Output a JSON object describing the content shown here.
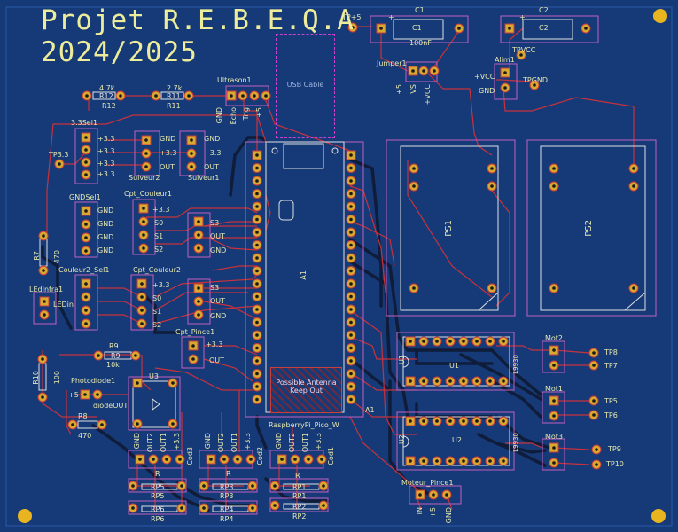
{
  "title_line1": "Projet R.E.B.E.Q.A",
  "title_line2": "2024/2025",
  "usb": "USB Cable",
  "keepout_line1": "Possible Antenna",
  "keepout_line2": "Keep Out",
  "pico_name": "RaspberryPi_Pico_W",
  "pico_ref": "A1",
  "pico_ref2": "A1",
  "tp5v": "TP+5",
  "c1": "C1",
  "c1_val": "100nF",
  "c1_pos": "+",
  "c1_ref": "C1",
  "c2": "C2",
  "c2_val": "+",
  "c2_ref": "C2",
  "tpvcc": "TPVCC",
  "alim1": "Alim1",
  "vcc": "+VCC",
  "gnd": "GND",
  "tpgnd": "TPGND",
  "jumper": "Jumper1",
  "jumper_p1": "+5",
  "jumper_p2": "VS",
  "jumper_p3": "+VCC",
  "ps1": "PS1",
  "ps2": "PS2",
  "r12_val": "4.7k",
  "r12": "R12",
  "r11_val": "2.7k",
  "r11": "R11",
  "ultrason": "Ultrason1",
  "ultrason_pins": [
    "GND",
    "Echo",
    "Trig",
    "+5"
  ],
  "sel33": "3.3Sel1",
  "sel33_pins": [
    "+3.3",
    "+3.3",
    "+3.3",
    "+3.3"
  ],
  "tp33": "TP3.3",
  "suiveur2_pins": [
    "GND",
    "+3.3",
    "OUT"
  ],
  "suiveur2": "Suiveur2",
  "suiveur1_pins": [
    "GND",
    "+3.3",
    "OUT"
  ],
  "suiveur1": "Suiveur1",
  "gndsel": "GNDSel1",
  "gndsel_pins": [
    "GND",
    "GND",
    "GND",
    "GND"
  ],
  "cpt1": "Cpt_Couleur1",
  "cpt1_pins": [
    "+3.3",
    "S0",
    "S1",
    "S2"
  ],
  "cpt1b_pins": [
    "S3",
    "OUT",
    "GND"
  ],
  "r7": "R7",
  "r7_val": "470",
  "coul2": "Couleur2_Sel1",
  "cpt2": "Cpt_Couleur2",
  "cpt2_pins": [
    "+3.3",
    "S0",
    "S1",
    "S2"
  ],
  "cpt2b_pins": [
    "S3",
    "OUT",
    "GND"
  ],
  "ledinfra": "LEdInfra1",
  "ledin": "LEDin",
  "pince": "Cpt_Pince1",
  "pince_pins": [
    "+3.3",
    "OUT"
  ],
  "r9": "R9",
  "r9_lbl": "R9",
  "r9_val": "10k",
  "r10": "R10",
  "r10_val": "100",
  "photodiode": "Photodiode1",
  "photo_p1": "+5",
  "photo_p2": "diodeOUT",
  "r8": "R8",
  "r8_val": "470",
  "u3": "U3",
  "u1": "U1",
  "u1_inner": "L9930",
  "u2": "U2",
  "u2b": "U2",
  "u2_inner": "L9930",
  "mot2": "Mot2",
  "mot1": "Mot1",
  "mot3": "Mot3",
  "tp8": "TP8",
  "tp7": "TP7",
  "tp5": "TP5",
  "tp6": "TP6",
  "tp9": "TP9",
  "tp10": "TP10",
  "cod3": "Cod3",
  "cod2": "Cod2",
  "cod1": "Cod1",
  "cod_pins": [
    "GND",
    "OUT2",
    "OUT1",
    "+3.3"
  ],
  "rp5": "RP5",
  "rp6": "RP6",
  "rp3": "RP3",
  "rp4": "RP4",
  "rp1": "RP1",
  "rp2": "RP2",
  "r": "R",
  "moteur_pince": "Moteur_Pince1",
  "mp_pins": [
    "IN",
    "+5",
    "GND"
  ]
}
